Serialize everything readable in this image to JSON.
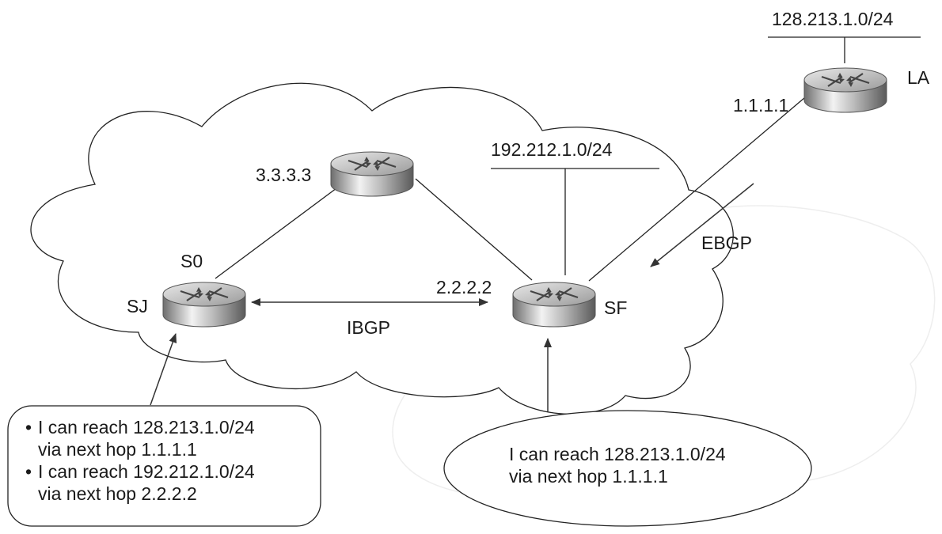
{
  "networks": {
    "la_network": "128.213.1.0/24",
    "sf_network": "192.212.1.0/24"
  },
  "routers": {
    "la": {
      "name": "LA",
      "ip": "1.1.1.1"
    },
    "top": {
      "ip": "3.3.3.3"
    },
    "sj": {
      "name": "SJ",
      "interface": "S0"
    },
    "sf": {
      "name": "SF",
      "ip": "2.2.2.2"
    }
  },
  "links": {
    "ibgp": "IBGP",
    "ebgp": "EBGP"
  },
  "callouts": {
    "sj_bubble": {
      "line1": "I can reach 128.213.1.0/24",
      "line2": "via next hop 1.1.1.1",
      "line3": "I can reach 192.212.1.0/24",
      "line4": "via next hop 2.2.2.2"
    },
    "sf_bubble": {
      "line1": "I can reach 128.213.1.0/24",
      "line2": "via next hop 1.1.1.1"
    }
  }
}
